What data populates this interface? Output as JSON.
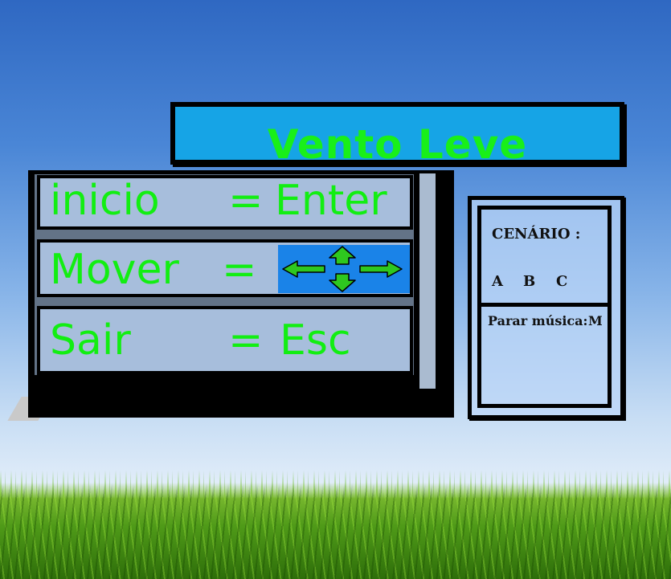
{
  "game": {
    "title": "Vento Leve"
  },
  "controls": [
    {
      "action": "inicio",
      "equals": "=",
      "key": "Enter"
    },
    {
      "action": "Mover",
      "equals": "=",
      "key_icon": "arrow-keys-icon"
    },
    {
      "action": "Sair",
      "equals": "=",
      "key": "Esc"
    }
  ],
  "scenario": {
    "label": "CENÁRIO :",
    "options": [
      "A",
      "B",
      "C"
    ]
  },
  "music": {
    "label": "Parar música:",
    "key": "M"
  },
  "colors": {
    "title_green": "#19ef19",
    "banner_blue": "#16a4e6",
    "arrow_green": "#2ec81f",
    "arrow_box_blue": "#1a83e8"
  }
}
